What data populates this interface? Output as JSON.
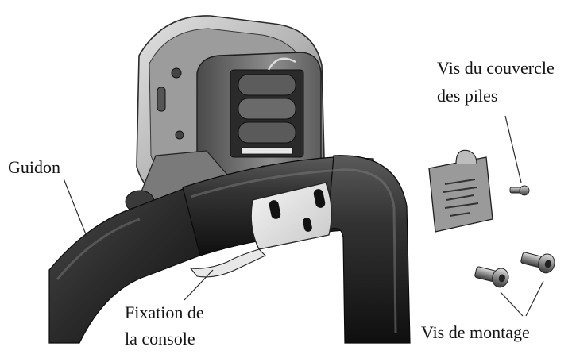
{
  "labels": {
    "handlebar": "Guidon",
    "battery_cover_screw_line1": "Vis du couvercle",
    "battery_cover_screw_line2": "des piles",
    "console_mount_line1": "Fixation de",
    "console_mount_line2": "la console",
    "mounting_screws": "Vis de montage"
  },
  "icons": [
    "console-icon",
    "battery-icon",
    "handlebar-icon",
    "bracket-icon",
    "battery-cover-icon",
    "screw-icon"
  ]
}
